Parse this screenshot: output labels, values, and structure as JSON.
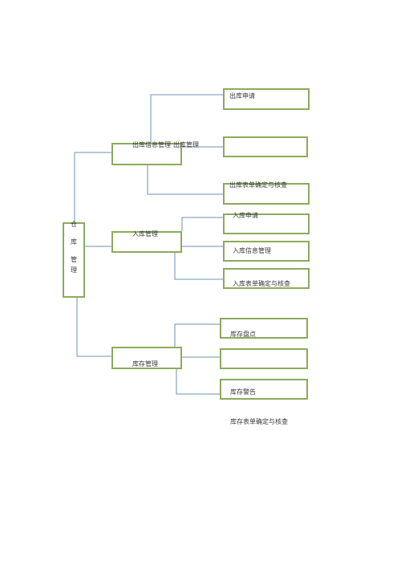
{
  "root": {
    "chars": [
      "仓",
      "库",
      "管",
      "理"
    ]
  },
  "branches": {
    "outbound": {
      "label_a": "出库信息管理",
      "label_b": "出库管理"
    },
    "inbound": {
      "label": "入库管理"
    },
    "inventory": {
      "label": "库存管理"
    }
  },
  "leaves": {
    "out_apply": "出库申请",
    "out_form": "出库表单确定与核查",
    "in_apply": "入库申请",
    "in_info": "入库信息管理",
    "in_form": "入库表单确定与核查",
    "stock_check": "库存盘点",
    "stock_warn": "库存警告",
    "stock_form": "库存表单确定与核查"
  },
  "colors": {
    "box_border": "#8bab5c",
    "connector": "#6e93b6"
  }
}
